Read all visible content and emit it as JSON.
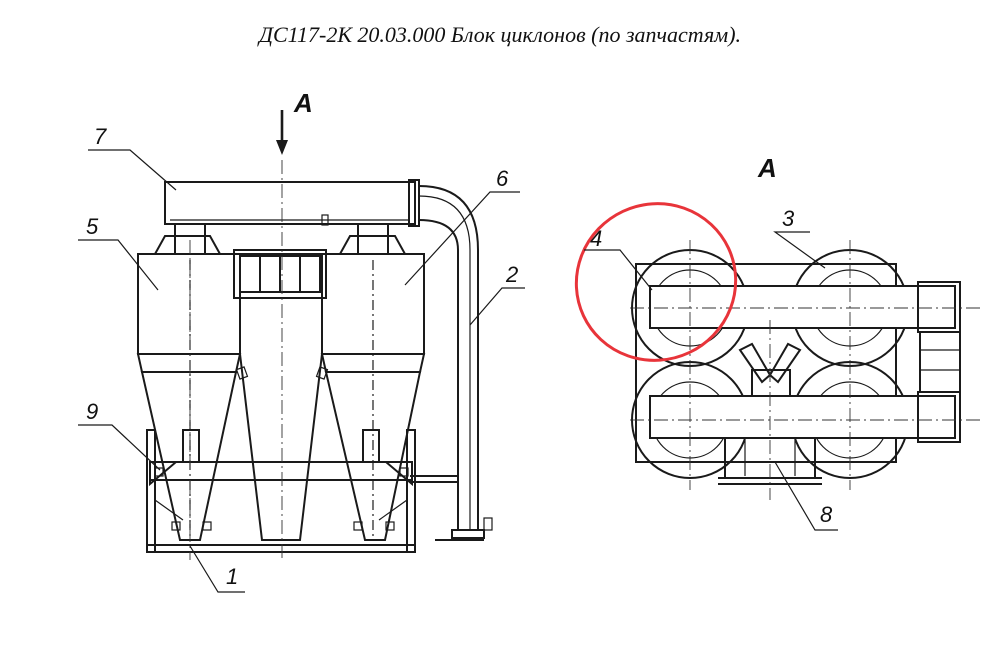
{
  "title": "ДС117-2К 20.03.000 Блок циклонов (по запчастям).",
  "view_marker": "А",
  "section_label": "А",
  "callouts": {
    "c1": "1",
    "c2": "2",
    "c3": "3",
    "c4": "4",
    "c5": "5",
    "c6": "6",
    "c7": "7",
    "c8": "8",
    "c9": "9"
  },
  "highlight_color": "#e8343a"
}
